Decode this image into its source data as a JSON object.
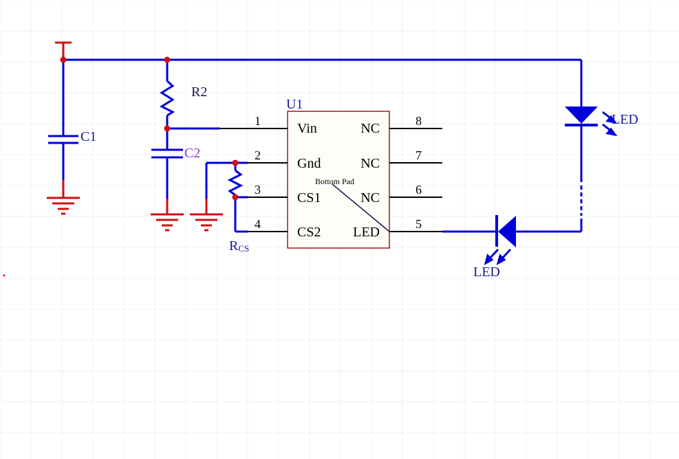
{
  "colors": {
    "wire": "#0000d8",
    "power": "#d01010",
    "pin": "#000000",
    "ic_border": "#a01818",
    "ic_fill": "#fffdf8",
    "label_blue": "#1a1aa0",
    "label_dark": "#1a1a50",
    "c2_label": "#8a3ad0",
    "grid": "#eef0f3"
  },
  "components": {
    "c1_label": "C1",
    "c2_label": "C2",
    "r2_label": "R2",
    "rcs_label_main": "R",
    "rcs_label_sub": "CS",
    "u1_label": "U1",
    "led_top_label": "LED",
    "led_bottom_label": "LED",
    "bottom_pad_label": "Bottom Pad"
  },
  "pins": {
    "p1": {
      "num": "1",
      "name": "Vin"
    },
    "p2": {
      "num": "2",
      "name": "Gnd"
    },
    "p3": {
      "num": "3",
      "name": "CS1"
    },
    "p4": {
      "num": "4",
      "name": "CS2"
    },
    "p5": {
      "num": "5",
      "name": "LED"
    },
    "p6": {
      "num": "6",
      "name": "NC"
    },
    "p7": {
      "num": "7",
      "name": "NC"
    },
    "p8": {
      "num": "8",
      "name": "NC"
    }
  }
}
